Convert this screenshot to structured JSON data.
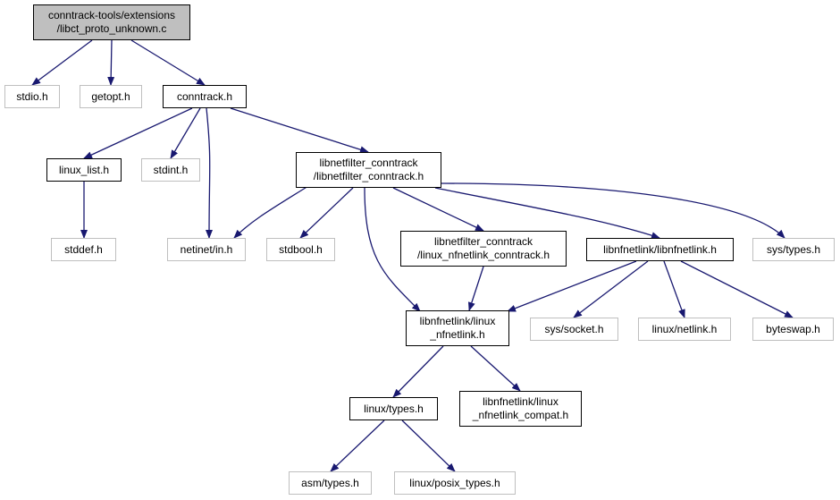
{
  "colors": {
    "edge": "#191970",
    "root_fill": "#bfbfbf",
    "doc_border": "#000000",
    "ext_border": "#bfbfbf"
  },
  "nodes": {
    "root": {
      "lines": [
        "conntrack-tools/extensions",
        "/libct_proto_unknown.c"
      ]
    },
    "stdio": {
      "lines": [
        "stdio.h"
      ]
    },
    "getopt": {
      "lines": [
        "getopt.h"
      ]
    },
    "conntrack": {
      "lines": [
        "conntrack.h"
      ]
    },
    "linux_list": {
      "lines": [
        "linux_list.h"
      ]
    },
    "stdint": {
      "lines": [
        "stdint.h"
      ]
    },
    "lnfct": {
      "lines": [
        "libnetfilter_conntrack",
        "/libnetfilter_conntrack.h"
      ]
    },
    "stddef": {
      "lines": [
        "stddef.h"
      ]
    },
    "netinet_in": {
      "lines": [
        "netinet/in.h"
      ]
    },
    "stdbool": {
      "lines": [
        "stdbool.h"
      ]
    },
    "lnfct_nl": {
      "lines": [
        "libnetfilter_conntrack",
        "/linux_nfnetlink_conntrack.h"
      ]
    },
    "libnfnetlink": {
      "lines": [
        "libnfnetlink/libnfnetlink.h"
      ]
    },
    "sys_types": {
      "lines": [
        "sys/types.h"
      ]
    },
    "linux_nfnl": {
      "lines": [
        "libnfnetlink/linux",
        "_nfnetlink.h"
      ]
    },
    "sys_socket": {
      "lines": [
        "sys/socket.h"
      ]
    },
    "linux_netlink": {
      "lines": [
        "linux/netlink.h"
      ]
    },
    "byteswap": {
      "lines": [
        "byteswap.h"
      ]
    },
    "linux_types": {
      "lines": [
        "linux/types.h"
      ]
    },
    "nfnl_compat": {
      "lines": [
        "libnfnetlink/linux",
        "_nfnetlink_compat.h"
      ]
    },
    "asm_types": {
      "lines": [
        "asm/types.h"
      ]
    },
    "posix_types": {
      "lines": [
        "linux/posix_types.h"
      ]
    }
  },
  "edges": [
    [
      "root",
      "stdio"
    ],
    [
      "root",
      "getopt"
    ],
    [
      "root",
      "conntrack"
    ],
    [
      "conntrack",
      "linux_list"
    ],
    [
      "conntrack",
      "stdint"
    ],
    [
      "conntrack",
      "netinet_in"
    ],
    [
      "conntrack",
      "lnfct"
    ],
    [
      "linux_list",
      "stddef"
    ],
    [
      "lnfct",
      "netinet_in"
    ],
    [
      "lnfct",
      "stdbool"
    ],
    [
      "lnfct",
      "linux_nfnl"
    ],
    [
      "lnfct",
      "lnfct_nl"
    ],
    [
      "lnfct",
      "libnfnetlink"
    ],
    [
      "lnfct",
      "sys_types"
    ],
    [
      "lnfct_nl",
      "linux_nfnl"
    ],
    [
      "libnfnetlink",
      "linux_nfnl"
    ],
    [
      "libnfnetlink",
      "sys_socket"
    ],
    [
      "libnfnetlink",
      "linux_netlink"
    ],
    [
      "libnfnetlink",
      "byteswap"
    ],
    [
      "linux_nfnl",
      "linux_types"
    ],
    [
      "linux_nfnl",
      "nfnl_compat"
    ],
    [
      "linux_types",
      "asm_types"
    ],
    [
      "linux_types",
      "posix_types"
    ]
  ]
}
